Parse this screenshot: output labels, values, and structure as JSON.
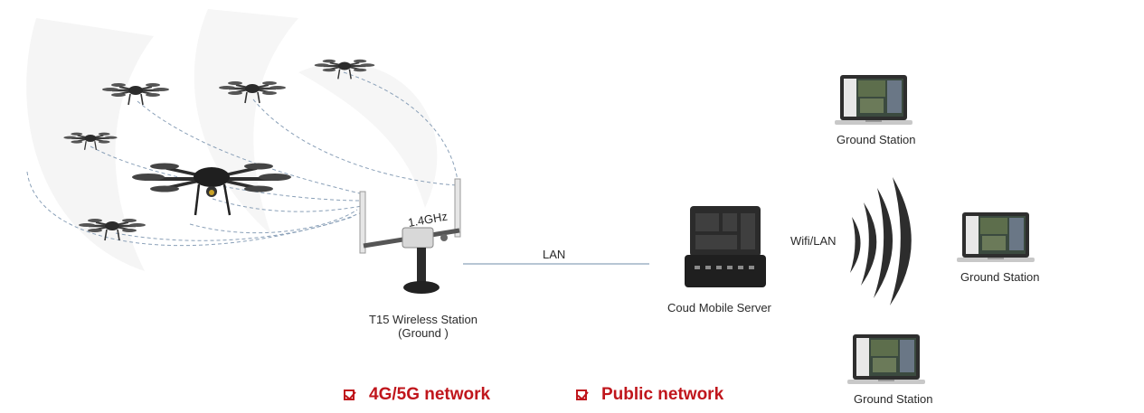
{
  "labels": {
    "frequency": "1.4GHz",
    "lan": "LAN",
    "wifi_lan": "Wifi/LAN",
    "wireless_station_line1": "T15 Wireless Station",
    "wireless_station_line2": "(Ground )",
    "cloud_server": "Coud Mobile Server",
    "ground_station_top": "Ground Station",
    "ground_station_right": "Ground Station",
    "ground_station_bottom": "Ground Station"
  },
  "features": [
    {
      "label": "4G/5G network",
      "checked": true
    },
    {
      "label": "Public network",
      "checked": true
    }
  ],
  "colors": {
    "accent_red": "#c0161c",
    "link_line": "#8aa0b8",
    "lan_line": "#9fb3c6",
    "device_dark": "#2b2b2b",
    "watermark": "#f4f4f4"
  },
  "icons": [
    "drone-icon",
    "antenna-station-icon",
    "server-case-icon",
    "laptop-icon",
    "wifi-signal-icon",
    "checkbox-icon"
  ]
}
